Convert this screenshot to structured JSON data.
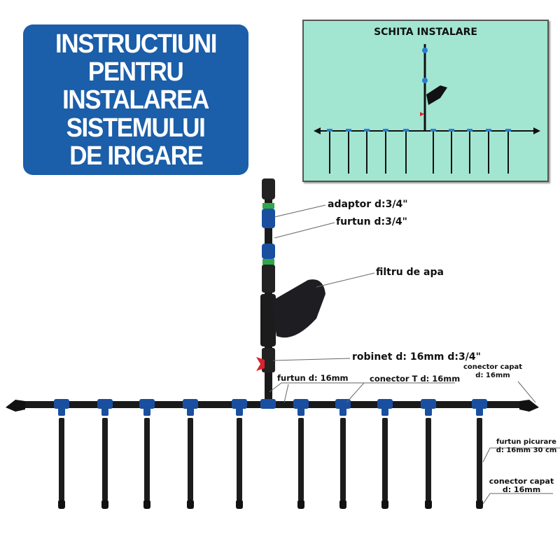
{
  "title": {
    "lines": [
      "INSTRUCTIUNI",
      "PENTRU",
      "INSTALAREA",
      "SISTEMULUI",
      "DE IRIGARE"
    ]
  },
  "inset": {
    "title": "SCHITA INSTALARE"
  },
  "labels": {
    "adaptor": "adaptor d:3/4\"",
    "furtun_34": "furtun d:3/4\"",
    "filtru": "filtru de apa",
    "robinet": "robinet d: 16mm d:3/4\"",
    "furtun_16": "furtun d: 16mm",
    "conector_t": "conector T d: 16mm",
    "conector_capat_main_1": "conector capat",
    "conector_capat_main_2": "d: 16mm",
    "furtun_picurare_1": "furtun picurare",
    "furtun_picurare_2": "d: 16mm 30 cm",
    "conector_capat_drip_1": "conector capat",
    "conector_capat_drip_2": "d: 16mm"
  },
  "colors": {
    "title_bg": "#1b5ea9",
    "inset_bg": "#a2e6d1",
    "connector": "#1a4fa0",
    "valve": "#d9232e"
  }
}
